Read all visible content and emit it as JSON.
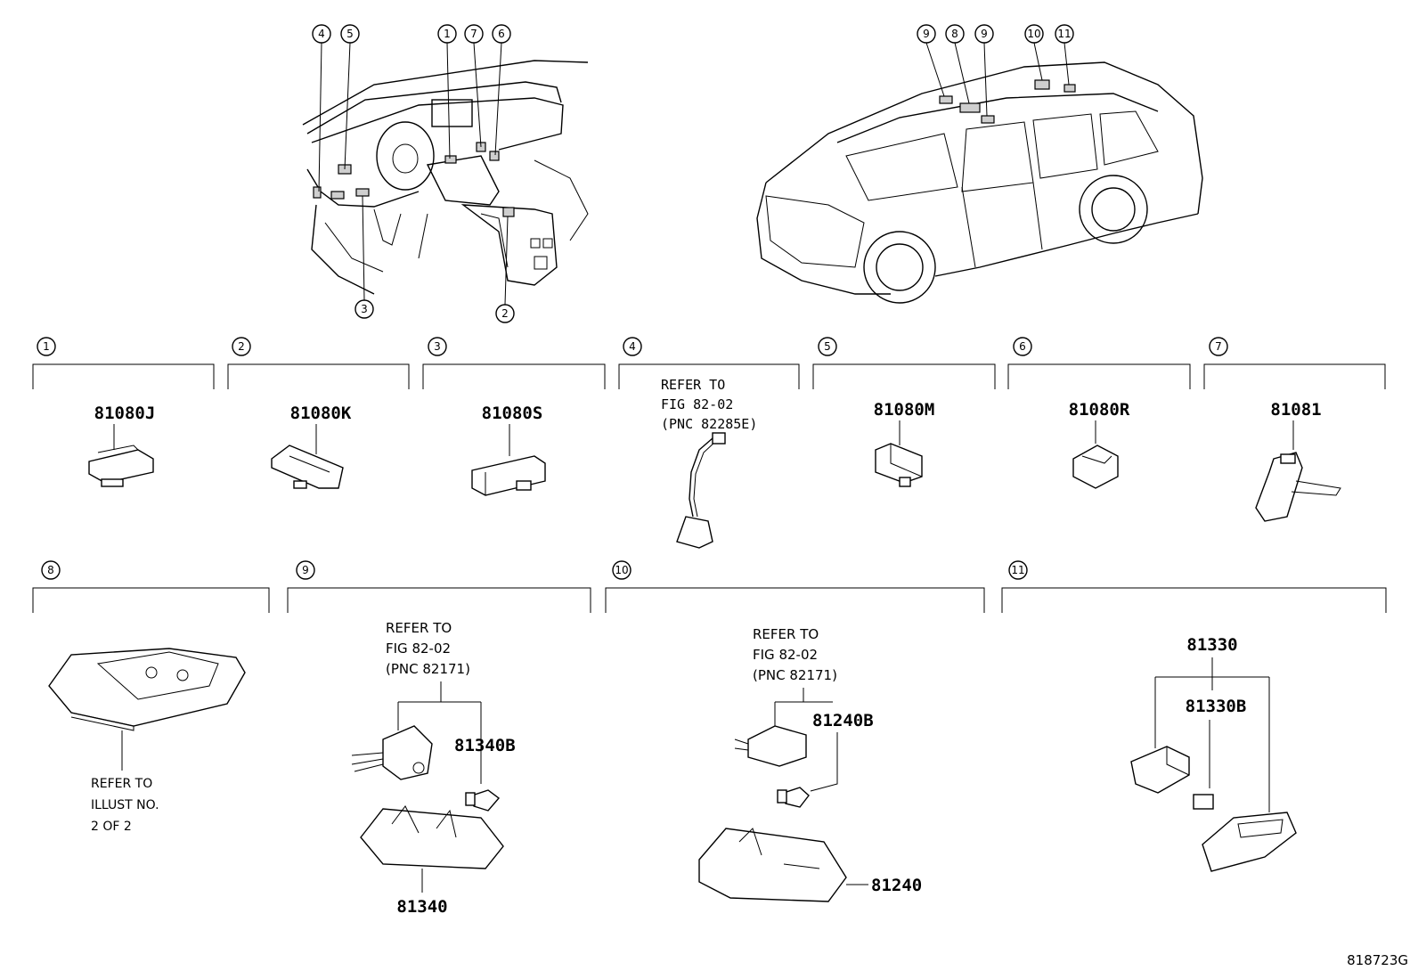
{
  "illustration_no": "818723G",
  "sections": [
    {
      "callout": "1",
      "part_number": "81080J"
    },
    {
      "callout": "2",
      "part_number": "81080K"
    },
    {
      "callout": "3",
      "part_number": "81080S"
    },
    {
      "callout": "4",
      "refer": [
        "REFER TO",
        "FIG 82-02",
        "(PNC 82285E)"
      ]
    },
    {
      "callout": "5",
      "part_number": "81080M"
    },
    {
      "callout": "6",
      "part_number": "81080R"
    },
    {
      "callout": "7",
      "part_number": "81081"
    },
    {
      "callout": "8",
      "refer": [
        "REFER TO",
        "ILLUST NO.",
        "2 OF 2"
      ]
    },
    {
      "callout": "9",
      "refer": [
        "REFER TO",
        "FIG 82-02",
        "(PNC 82171)"
      ],
      "parts": [
        "81340B",
        "81340"
      ]
    },
    {
      "callout": "10",
      "refer": [
        "REFER TO",
        "FIG 82-02",
        "(PNC 82171)"
      ],
      "parts": [
        "81240B",
        "81240"
      ]
    },
    {
      "callout": "11",
      "parts": [
        "81330",
        "81330B"
      ]
    }
  ],
  "interior_callouts_top": [
    "4",
    "5",
    "1",
    "7",
    "6"
  ],
  "interior_callouts_bottom": [
    "3",
    "2"
  ],
  "exterior_callouts": [
    "9",
    "8",
    "9",
    "10",
    "11"
  ]
}
